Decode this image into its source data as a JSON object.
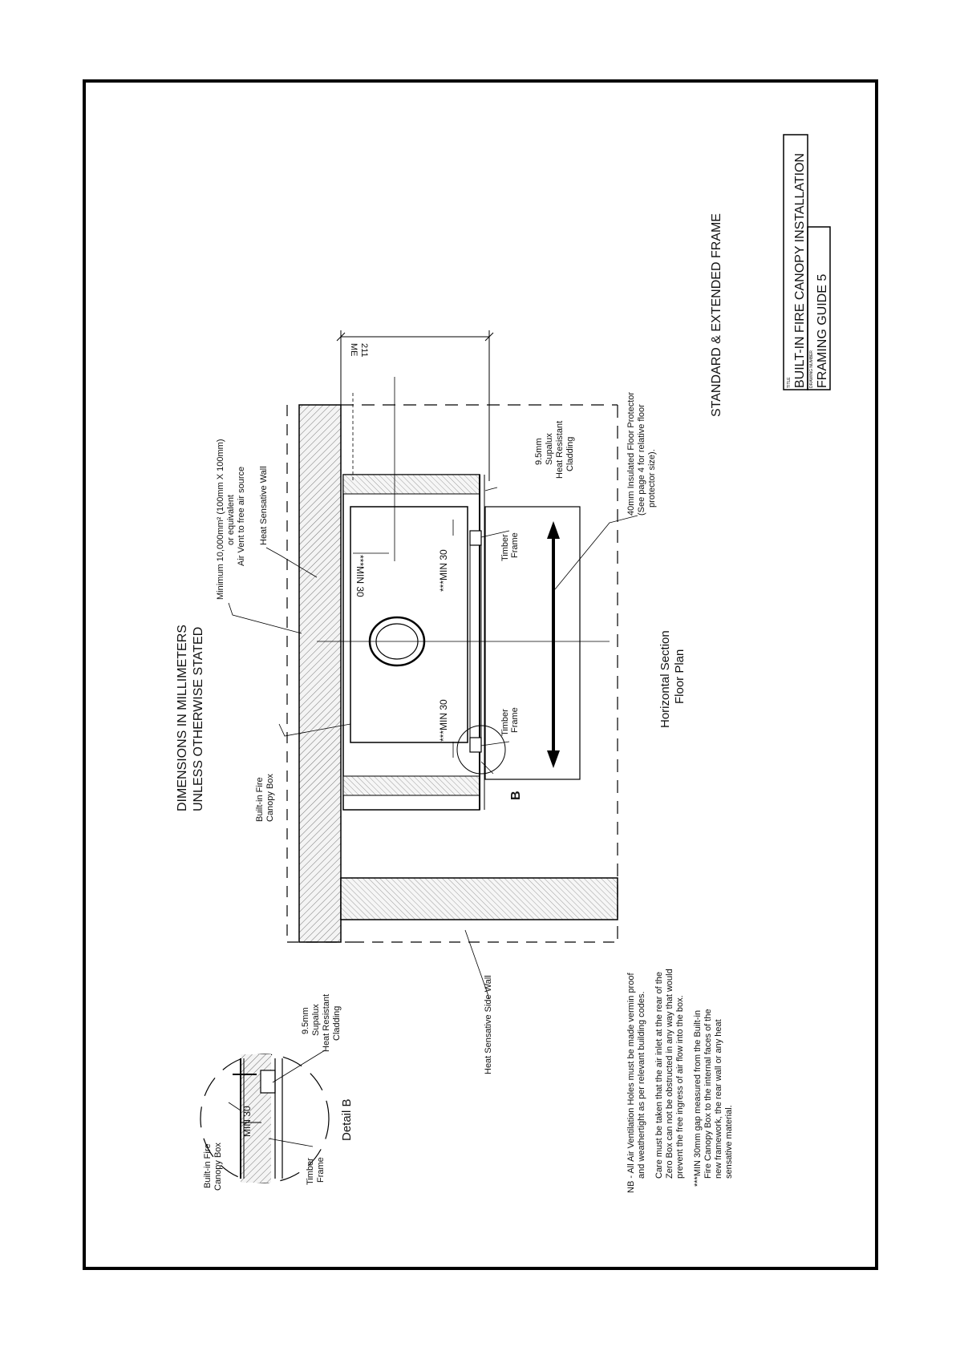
{
  "notes": {
    "dimensions_line1": "DIMENSIONS IN MILLIMETERS",
    "dimensions_line2": "UNLESS OTHERWISE STATED"
  },
  "labels": {
    "air_vent_1": "Minimum 10,000mm² (100mm X 100mm)",
    "air_vent_2": "or equivalent",
    "air_vent_3": "Air Vent to free air source",
    "heat_sensitive_wall": "Heat Sensative Wall",
    "canopy_box_1": "Built-in Fire",
    "canopy_box_2": "Canopy Box",
    "min30_a": "***MIN 30",
    "min30_b": "***MIN 30",
    "min30_top": "***MIN 30",
    "timber_frame_1a": "Timber",
    "timber_frame_1b": "Frame",
    "timber_frame_2a": "Timber",
    "timber_frame_2b": "Frame",
    "detail_marker": "B",
    "supalux_1": "9.5mm",
    "supalux_2": "Supalux",
    "supalux_3": "Heat Resistant",
    "supalux_4": "Cladding",
    "dim_value": "211",
    "dim_suffix": "ME",
    "floor_protector_1": "40mm Insulated Floor Protector",
    "floor_protector_2": "(See page 4 for relative floor",
    "floor_protector_3": "protector size).",
    "side_wall": "Heat Sensative Side Wall",
    "section_title_1": "Horizontal Section",
    "section_title_2": "Floor Plan"
  },
  "detail": {
    "canopy_1": "Built-in Fire",
    "canopy_2": "Canopy Box",
    "min30": "MIN 30",
    "supalux_1": "9.5mm",
    "supalux_2": "Supalux",
    "supalux_3": "Heat Resistant",
    "supalux_4": "Cladding",
    "timber_1": "Timber",
    "timber_2": "Frame",
    "title": "Detail B"
  },
  "footnotes": {
    "nb_1": "NB - All Air Ventilation Holes must be made vermin proof",
    "nb_2": "and weathertight as per relevant building codes.",
    "care_1": "Care must be taken that the air inlet at the rear of the",
    "care_2": "Zero Box can not be obstructed in any way that would",
    "care_3": "prevent the free ingress of air flow into the box.",
    "min_1": "***MIN 30mm gap measured from the Built-in",
    "min_2": "Fire Canopy Box to the internal faces of the",
    "min_3": "new framework, the rear wall or any heat",
    "min_4": "sensative material."
  },
  "frame_title": "STANDARD & EXTENDED FRAME",
  "title_block": {
    "title_caption": "TITLE",
    "title": "BUILT-IN FIRE CANOPY INSTALLATION",
    "drawing_caption": "DRAWING NUMBER",
    "drawing_number": "FRAMING GUIDE 5"
  }
}
